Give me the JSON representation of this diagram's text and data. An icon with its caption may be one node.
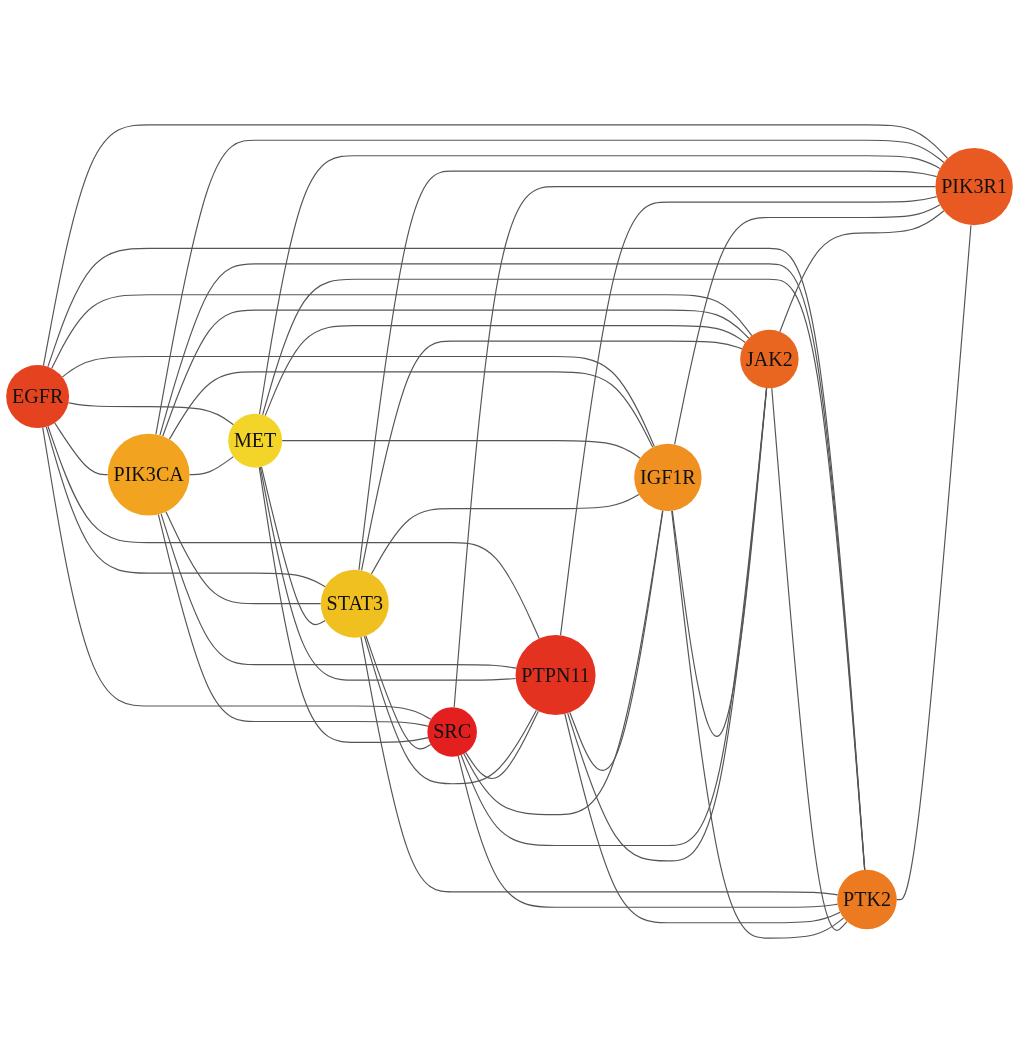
{
  "diagram": {
    "nodes": [
      {
        "text": [
          "EGFR"
        ]
      },
      {
        "text": [
          "PIK3CA"
        ]
      },
      {
        "text": [
          "MET"
        ]
      },
      {
        "text": [
          "STAT3"
        ]
      },
      {
        "text": [
          "SRC"
        ]
      },
      {
        "text": [
          "PTPN11"
        ]
      },
      {
        "text": [
          "IGF1R"
        ]
      },
      {
        "text": [
          "JAK2"
        ]
      },
      {
        "text": [
          "PTK2"
        ]
      },
      {
        "text": [
          "PIK3R1"
        ]
      }
    ],
    "edges": [
      {
        "from": 0,
        "to": 1,
        "arrow": "none"
      },
      {
        "from": 0,
        "to": 2,
        "arrow": "none"
      },
      {
        "from": 0,
        "to": 3,
        "arrow": "none"
      },
      {
        "from": 0,
        "to": 4,
        "arrow": "none"
      },
      {
        "from": 0,
        "to": 5,
        "arrow": "none"
      },
      {
        "from": 0,
        "to": 6,
        "arrow": "none"
      },
      {
        "from": 0,
        "to": 7,
        "arrow": "none"
      },
      {
        "from": 0,
        "to": 8,
        "arrow": "none"
      },
      {
        "from": 0,
        "to": 9,
        "arrow": "none"
      },
      {
        "from": 1,
        "to": 2,
        "arrow": "none"
      },
      {
        "from": 1,
        "to": 3,
        "arrow": "none"
      },
      {
        "from": 1,
        "to": 4,
        "arrow": "none"
      },
      {
        "from": 1,
        "to": 5,
        "arrow": "none"
      },
      {
        "from": 1,
        "to": 6,
        "arrow": "none"
      },
      {
        "from": 1,
        "to": 7,
        "arrow": "none"
      },
      {
        "from": 1,
        "to": 8,
        "arrow": "none"
      },
      {
        "from": 1,
        "to": 9,
        "arrow": "none"
      },
      {
        "from": 2,
        "to": 3,
        "arrow": "none"
      },
      {
        "from": 2,
        "to": 4,
        "arrow": "none"
      },
      {
        "from": 2,
        "to": 5,
        "arrow": "none"
      },
      {
        "from": 2,
        "to": 6,
        "arrow": "none"
      },
      {
        "from": 2,
        "to": 7,
        "arrow": "none"
      },
      {
        "from": 2,
        "to": 8,
        "arrow": "none"
      },
      {
        "from": 2,
        "to": 9,
        "arrow": "none"
      },
      {
        "from": 3,
        "to": 4,
        "arrow": "none"
      },
      {
        "from": 3,
        "to": 5,
        "arrow": "none"
      },
      {
        "from": 3,
        "to": 6,
        "arrow": "none"
      },
      {
        "from": 3,
        "to": 7,
        "arrow": "none"
      },
      {
        "from": 3,
        "to": 8,
        "arrow": "none"
      },
      {
        "from": 3,
        "to": 9,
        "arrow": "none"
      },
      {
        "from": 4,
        "to": 5,
        "arrow": "none"
      },
      {
        "from": 4,
        "to": 6,
        "arrow": "none"
      },
      {
        "from": 4,
        "to": 7,
        "arrow": "none"
      },
      {
        "from": 4,
        "to": 8,
        "arrow": "none"
      },
      {
        "from": 4,
        "to": 9,
        "arrow": "none"
      },
      {
        "from": 5,
        "to": 6,
        "arrow": "none"
      },
      {
        "from": 5,
        "to": 7,
        "arrow": "none"
      },
      {
        "from": 5,
        "to": 8,
        "arrow": "none"
      },
      {
        "from": 5,
        "to": 9,
        "arrow": "none"
      },
      {
        "from": 6,
        "to": 7,
        "arrow": "none"
      },
      {
        "from": 6,
        "to": 8,
        "arrow": "none"
      },
      {
        "from": 6,
        "to": 9,
        "arrow": "none"
      },
      {
        "from": 7,
        "to": 8,
        "arrow": "none"
      },
      {
        "from": 7,
        "to": 9,
        "arrow": "none"
      },
      {
        "from": 8,
        "to": 9,
        "arrow": "none"
      }
    ]
  }
}
